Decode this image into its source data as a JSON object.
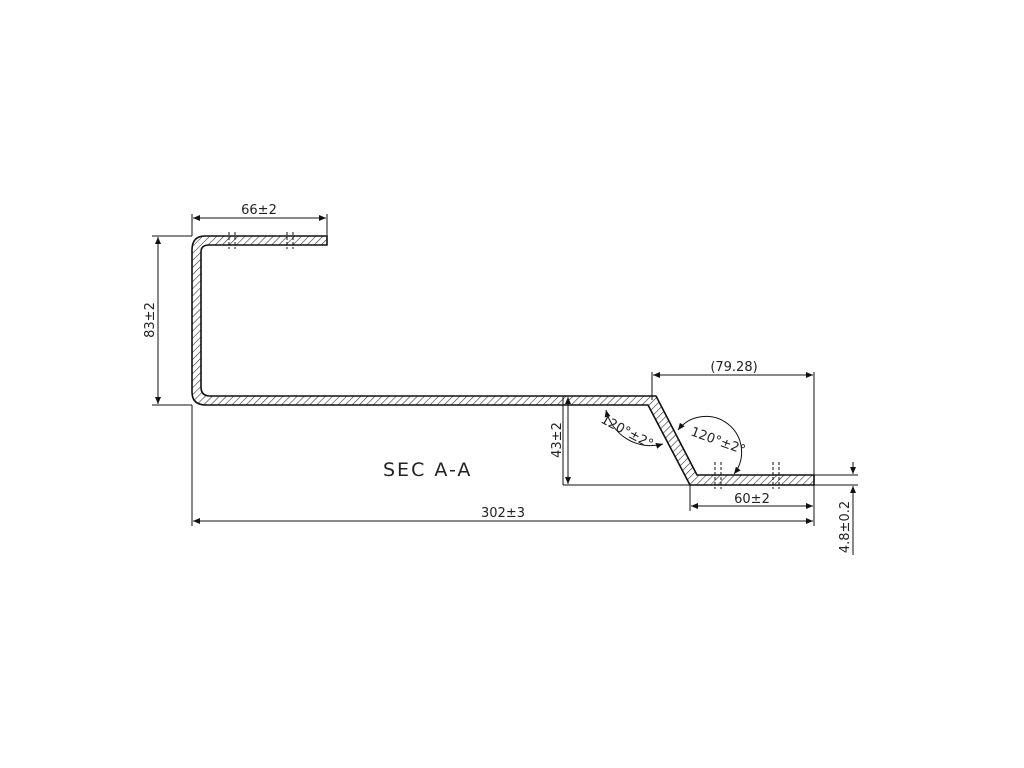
{
  "section_label": "SEC A-A",
  "dimensions": {
    "top_flange": "66±2",
    "left_height": "83±2",
    "slope_run": "(79.28)",
    "step_height": "43±2",
    "bottom_flange": "60±2",
    "overall_width": "302±3",
    "thickness": "4.8±0.2"
  },
  "angles": {
    "upper": "120°±2°",
    "lower": "120°±2°"
  }
}
